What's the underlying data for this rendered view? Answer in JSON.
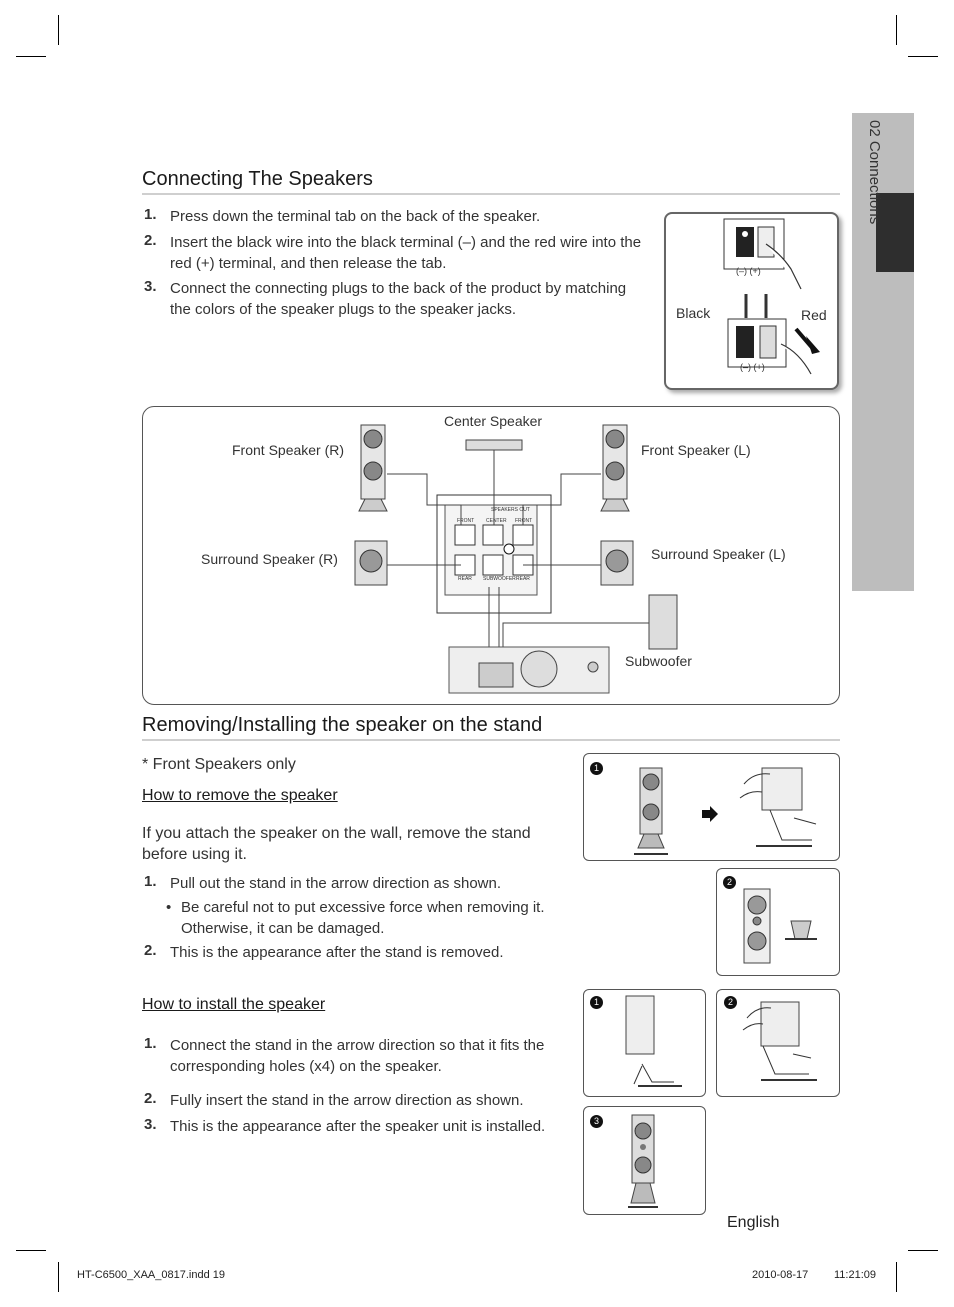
{
  "sidebar": {
    "label": "02  Connections"
  },
  "section1": {
    "title": "Connecting The Speakers",
    "steps": [
      {
        "num": "1.",
        "text": "Press down the terminal tab on the back of the speaker."
      },
      {
        "num": "2.",
        "text": "Insert the black wire into the black terminal (–) and the red wire into the red (+) terminal, and then release the tab."
      },
      {
        "num": "3.",
        "text": "Connect the connecting plugs to the back of the product by matching the colors of the speaker plugs to the speaker jacks."
      }
    ],
    "terminal_figure": {
      "minus_plus_top": "(–)  (+)",
      "black": "Black",
      "red": "Red",
      "minus_plus_bottom": "(–)  (+)"
    }
  },
  "diagram": {
    "center_speaker": "Center Speaker",
    "front_r": "Front Speaker (R)",
    "front_l": "Front Speaker (L)",
    "surround_r": "Surround Speaker (R)",
    "surround_l": "Surround Speaker (L)",
    "subwoofer": "Subwoofer",
    "panel_title": "SPEAKERS",
    "panel_out": "OUT",
    "panel_labels": [
      "FRONT",
      "CENTER",
      "FRONT",
      "REAR",
      "SUBWOOFER",
      "REAR"
    ]
  },
  "section2": {
    "title": "Removing/Installing the speaker on the stand",
    "note": "* Front Speakers only",
    "remove_heading": "How to remove the speaker",
    "remove_intro": " If you attach the speaker on the wall, remove the stand before using it.",
    "remove_steps": [
      {
        "num": "1.",
        "text": "Pull out the stand in the arrow direction as shown."
      },
      {
        "num": "2.",
        "text": "This is the appearance after the stand is removed."
      }
    ],
    "remove_bullet": "Be careful not to put excessive force when removing it. Otherwise, it can be damaged.",
    "install_heading": "How to install the speaker",
    "install_steps": [
      {
        "num": "1.",
        "text": "Connect the stand in the arrow direction so that it fits the corresponding holes (x4) on the speaker."
      },
      {
        "num": "2.",
        "text": "Fully insert the stand in the arrow direction as shown."
      },
      {
        "num": "3.",
        "text": "This is the appearance after the speaker unit is installed."
      }
    ],
    "badges": [
      "1",
      "2",
      "1",
      "2",
      "3"
    ]
  },
  "footer": {
    "language": "English",
    "file": "HT-C6500_XAA_0817.indd   19",
    "date": "2010-08-17",
    "time": "11:21:09"
  }
}
